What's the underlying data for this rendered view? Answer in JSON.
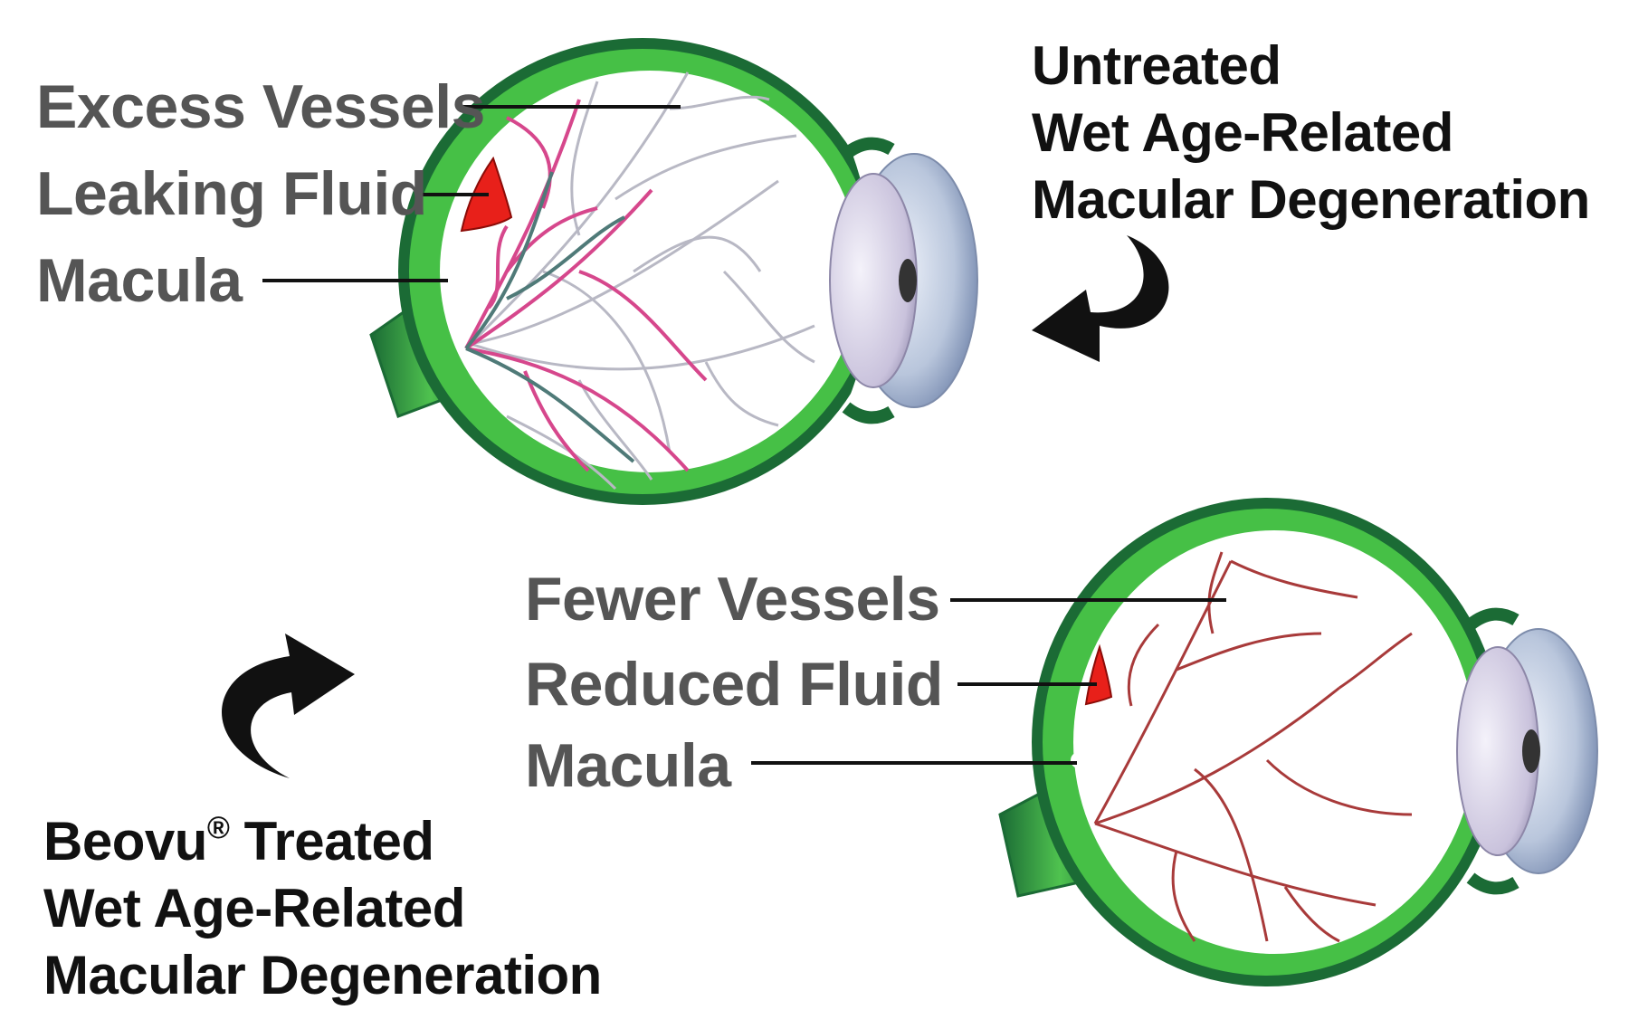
{
  "untreated": {
    "title_lines": [
      "Untreated",
      "Wet Age-Related",
      "Macular Degeneration"
    ],
    "labels": {
      "excess_vessels": "Excess Vessels",
      "leaking_fluid": "Leaking Fluid",
      "macula": "Macula"
    }
  },
  "treated": {
    "title_line1_brand": "Beovu",
    "title_line1_mark": "®",
    "title_line1_rest": " Treated",
    "title_lines": [
      "Wet Age-Related",
      "Macular Degeneration"
    ],
    "labels": {
      "fewer_vessels": "Fewer Vessels",
      "reduced_fluid": "Reduced Fluid",
      "macula": "Macula"
    }
  },
  "colors": {
    "sclera_dark": "#1b6b35",
    "sclera_light": "#46c046",
    "fluid": "#e8201a",
    "vessel_pink": "#d6478c",
    "vessel_grey": "#b8b8c4",
    "vessel_red": "#a83a3a",
    "label_text": "#555555",
    "title_text": "#111111"
  }
}
